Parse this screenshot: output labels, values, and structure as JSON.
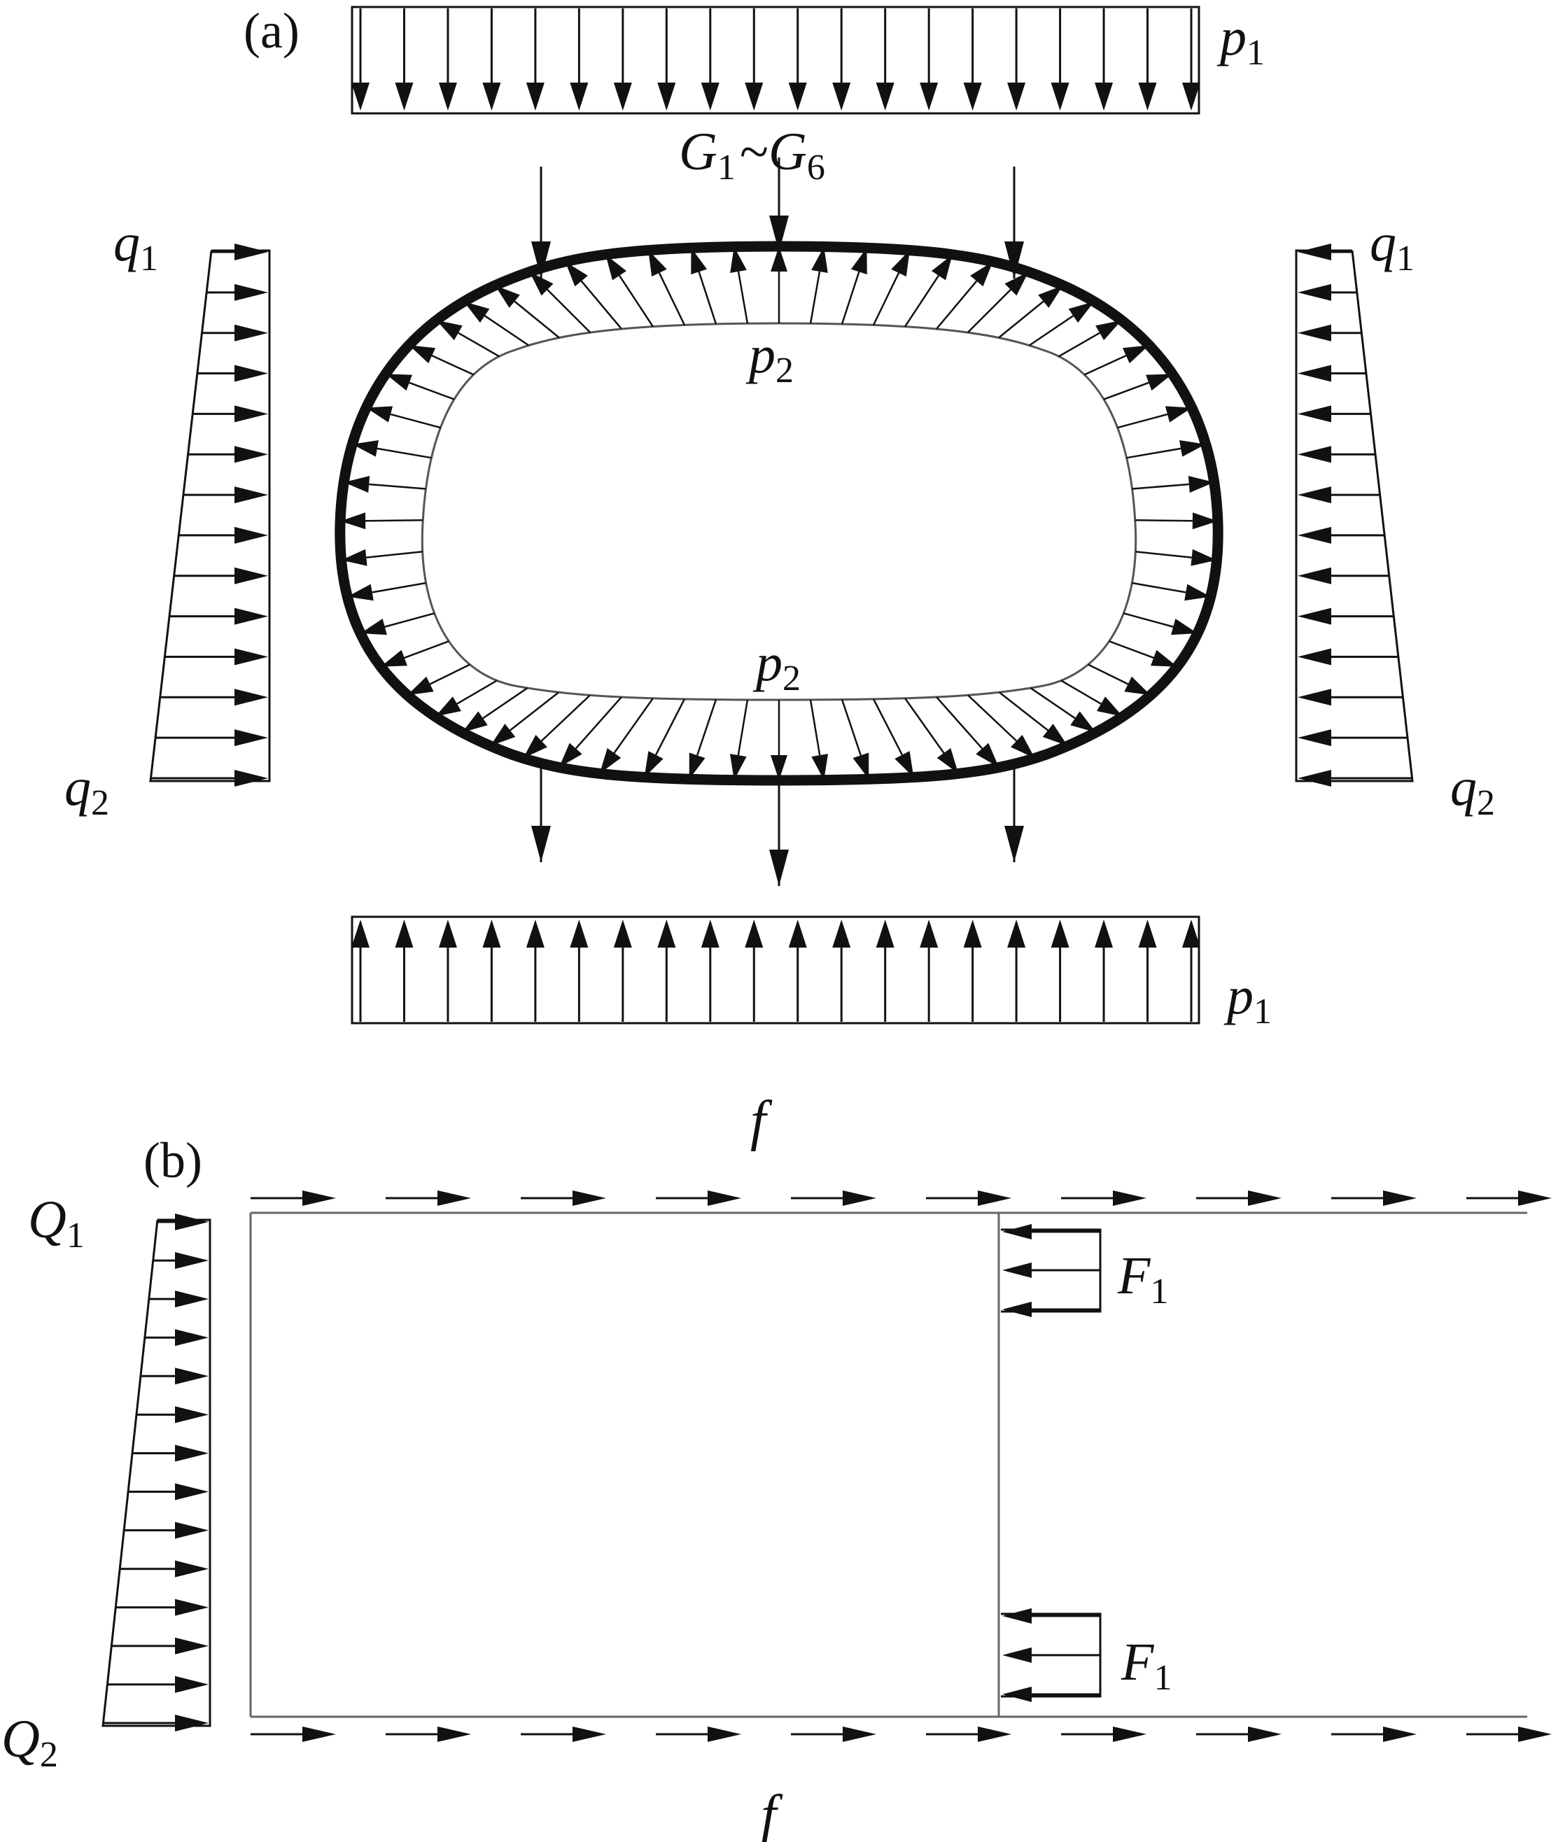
{
  "panel_a": {
    "label": "(a)",
    "p1_top": "p",
    "p1_top_sub": "1",
    "p1_bottom": "p",
    "p1_bottom_sub": "1",
    "g_label": {
      "g1": "G",
      "g1_sub": "1",
      "tilde": "~",
      "g6": "G",
      "g6_sub": "6"
    },
    "p2_top": "p",
    "p2_top_sub": "2",
    "p2_bottom": "p",
    "p2_bottom_sub": "2",
    "q1_left": "q",
    "q1_left_sub": "1",
    "q2_left": "q",
    "q2_left_sub": "2",
    "q1_right": "q",
    "q1_right_sub": "1",
    "q2_right": "q",
    "q2_right_sub": "2"
  },
  "panel_b": {
    "label": "(b)",
    "f_top": "f",
    "f_bottom": "f",
    "Q1": "Q",
    "Q1_sub": "1",
    "Q2": "Q",
    "Q2_sub": "2",
    "F1_top": "F",
    "F1_top_sub": "1",
    "F1_bottom": "F",
    "F1_bottom_sub": "1"
  },
  "colors": {
    "ink": "#111111",
    "thin": "#555555"
  }
}
